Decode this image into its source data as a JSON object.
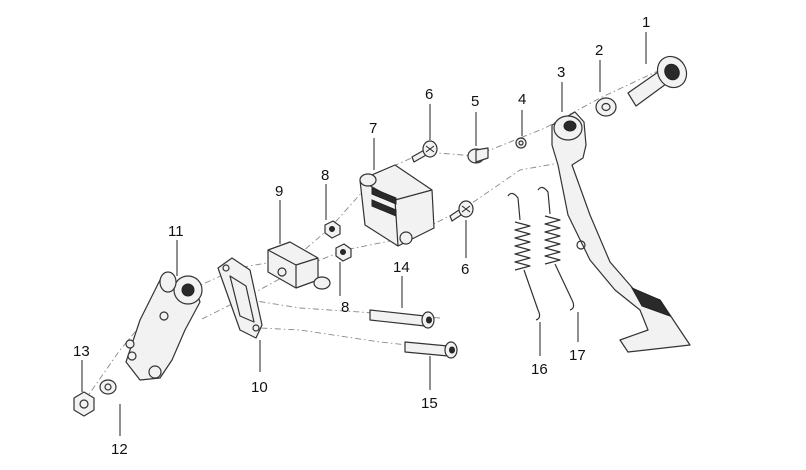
{
  "diagram": {
    "callouts": [
      "1",
      "2",
      "3",
      "4",
      "5",
      "6",
      "7",
      "8",
      "9",
      "11",
      "8",
      "6",
      "14",
      "13",
      "10",
      "15",
      "16",
      "17",
      "12"
    ]
  }
}
